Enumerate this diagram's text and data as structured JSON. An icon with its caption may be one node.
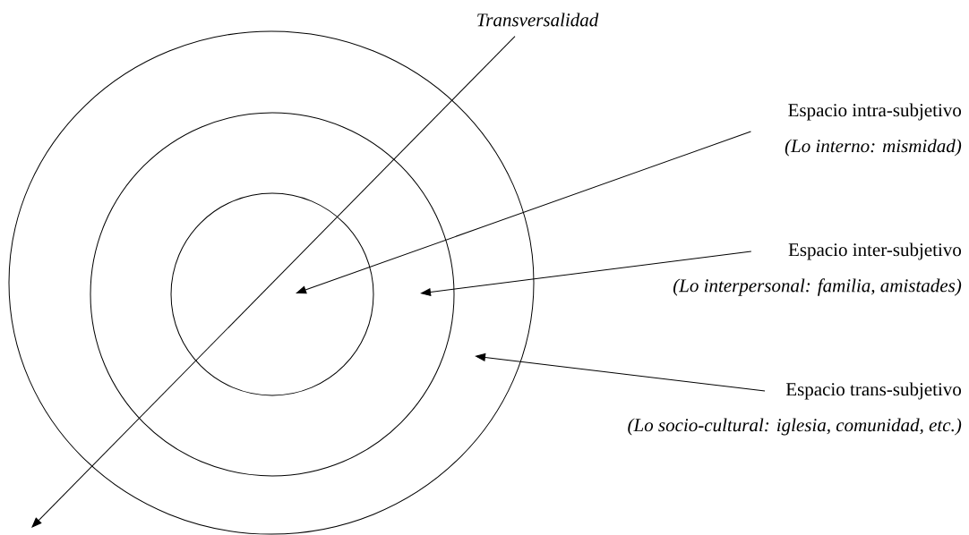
{
  "diagram": {
    "nodes": [
      {
        "text": [],
        "shape": "circle"
      },
      {
        "text": [],
        "shape": "circle",
        "in": 0
      },
      {
        "text": [],
        "shape": "circle",
        "in": 1
      },
      {
        "text": [
          "Transversalidad"
        ]
      },
      {
        "text": [
          "Espacio intra-subjetivo",
          "(Lo interno: mismidad)"
        ]
      },
      {
        "text": [
          "Espacio inter-subjetivo",
          "(Lo interpersonal: familia, amistades)"
        ]
      },
      {
        "text": [
          "Espacio trans-subjetivo",
          "(Lo socio-cultural: iglesia, comunidad, etc.)"
        ]
      }
    ],
    "edges": [
      {
        "from": 3,
        "to": null,
        "arrow": "to"
      },
      {
        "from": 4,
        "to": 2,
        "arrow": "to"
      },
      {
        "from": 5,
        "to": 1,
        "arrow": "to"
      },
      {
        "from": 6,
        "to": 0,
        "arrow": "to"
      }
    ]
  }
}
